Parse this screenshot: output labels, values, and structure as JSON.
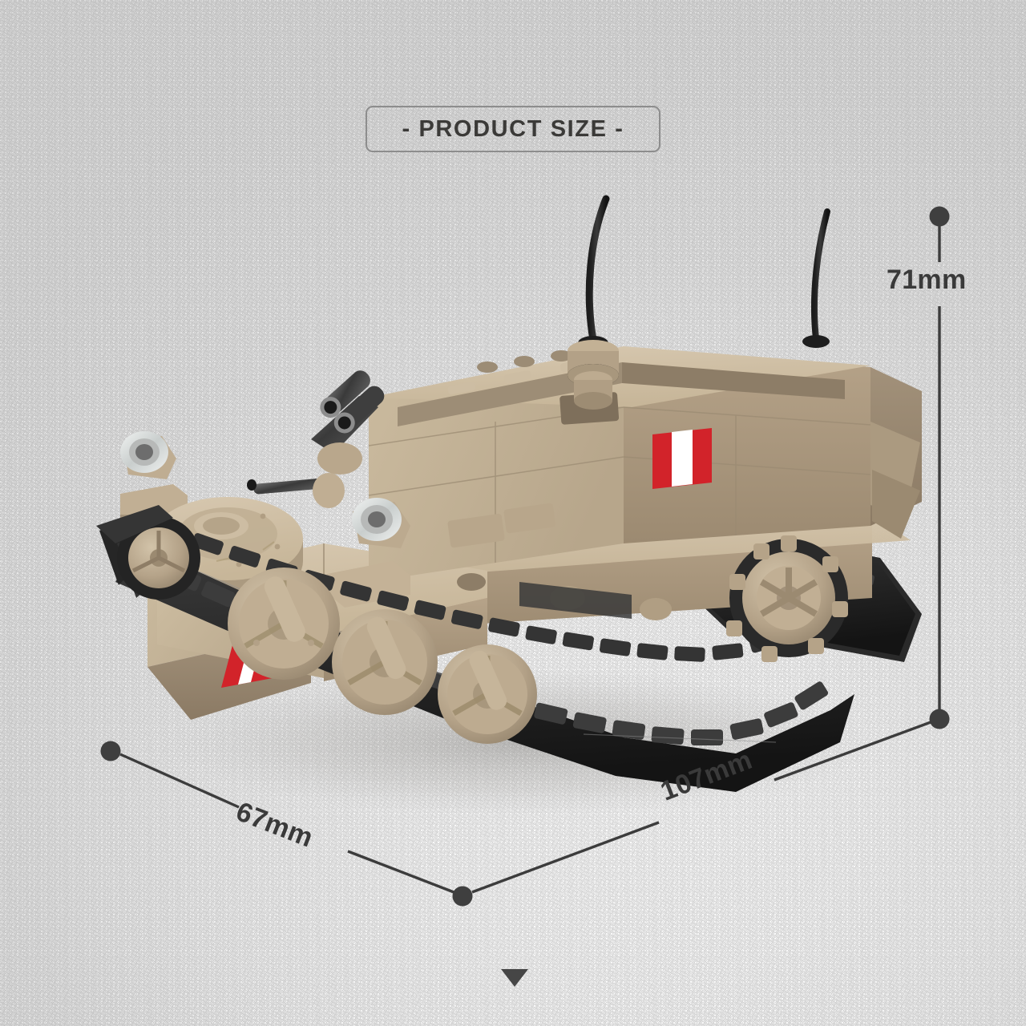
{
  "header": {
    "badge_label": "- PRODUCT SIZE -"
  },
  "dimensions": {
    "height": {
      "value": "71mm",
      "axis": "height",
      "orientation": "vertical"
    },
    "width": {
      "value": "67mm",
      "axis": "width",
      "orientation": "diagonal-left"
    },
    "depth": {
      "value": "107mm",
      "axis": "length",
      "orientation": "diagonal-right"
    }
  },
  "product": {
    "type": "brick-built tracked military vehicle",
    "body_color": "#c0ae94",
    "body_color_shadow": "#9c8c76",
    "body_color_dark": "#8a7a66",
    "body_color_light": "#d5c6ae",
    "track_color": "#2b2b2b",
    "track_color_light": "#3d3d3d",
    "metal_color": "#4a4a4a",
    "glass_color": "#d9dcdb",
    "decal": {
      "name": "peru-flag",
      "red": "#d2232a",
      "white": "#ffffff"
    }
  },
  "footer": {
    "scroll_indicator": "caret-down"
  },
  "palette": {
    "background_center": "#fdfdfd",
    "background_edge": "#e3e3e3",
    "text_dark": "#3a3a3a",
    "badge_border": "#8d8d8d",
    "dim_line": "#3c3c3c"
  }
}
